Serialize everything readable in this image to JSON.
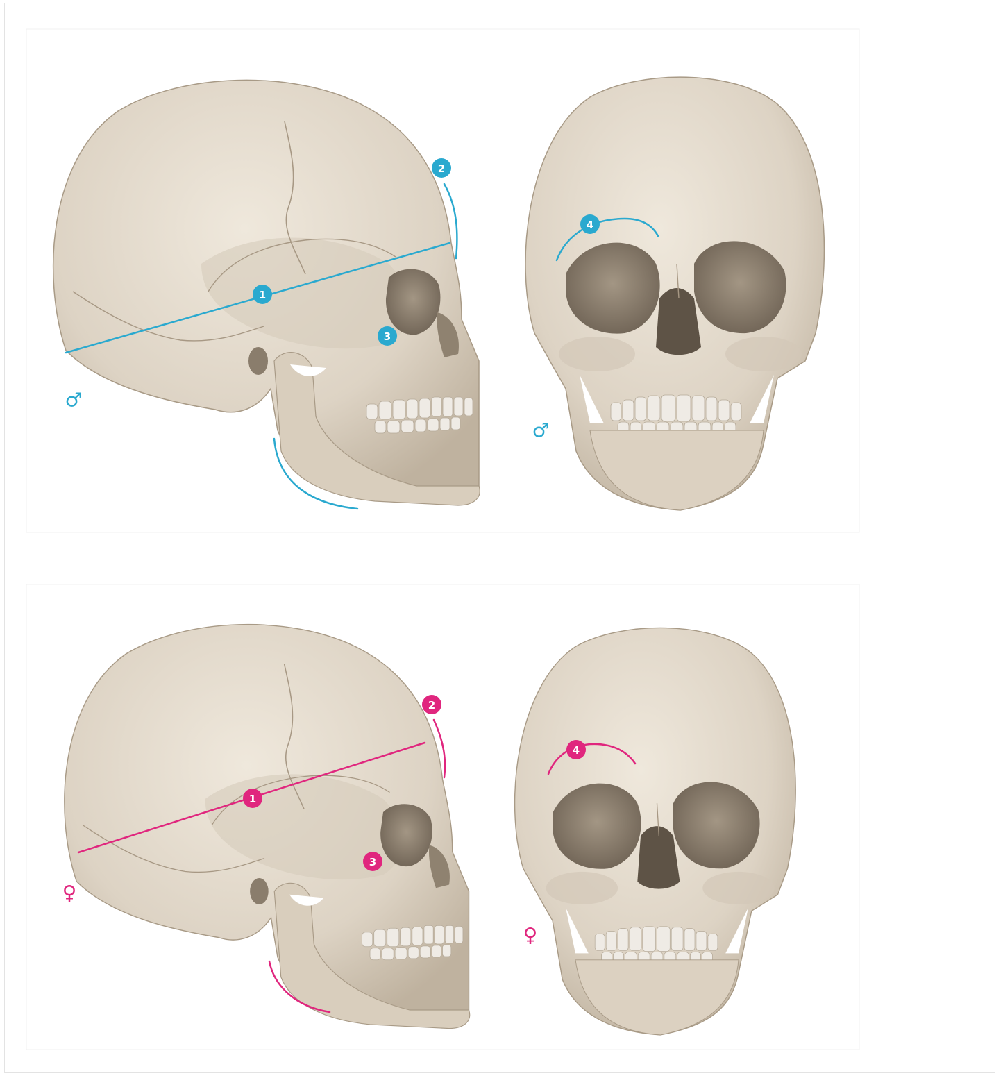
{
  "colors": {
    "male": "#2aa9cf",
    "female": "#e0267e",
    "bone": "#e6ddd0",
    "bone_shadow": "#b8ab98",
    "cavity": "#7d7163",
    "teeth": "#eeeae4"
  },
  "male": {
    "symbol": "♂",
    "lateral": {
      "markers": [
        "1",
        "2",
        "3"
      ]
    },
    "frontal": {
      "markers": [
        "4"
      ]
    }
  },
  "female": {
    "symbol": "♀",
    "lateral": {
      "markers": [
        "1",
        "2",
        "3"
      ]
    },
    "frontal": {
      "markers": [
        "4"
      ]
    }
  }
}
